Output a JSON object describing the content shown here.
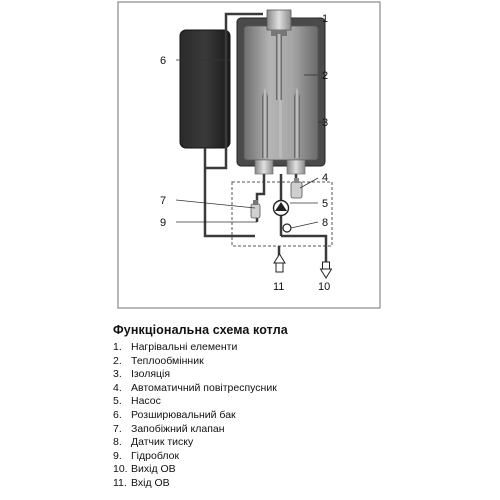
{
  "callouts": [
    "1",
    "2",
    "3",
    "4",
    "5",
    "6",
    "7",
    "8",
    "9",
    "10",
    "11"
  ],
  "legend": {
    "title": "Функціональна схема котла",
    "items": [
      {
        "num": "1.",
        "text": "Нагрівальні  елементи"
      },
      {
        "num": "2.",
        "text": "Теплообмінник"
      },
      {
        "num": "3.",
        "text": "Ізоляція"
      },
      {
        "num": "4.",
        "text": "Автоматичний повітреспусник"
      },
      {
        "num": "5.",
        "text": "Насос"
      },
      {
        "num": "6.",
        "text": "Розширювальний бак"
      },
      {
        "num": "7.",
        "text": "Запобіжний клапан"
      },
      {
        "num": "8.",
        "text": "Датчик тиску"
      },
      {
        "num": "9.",
        "text": "Гідроблок"
      },
      {
        "num": "10.",
        "text": "Вихід ОВ"
      },
      {
        "num": "11.",
        "text": "Вхід ОВ"
      }
    ]
  },
  "colors": {
    "frame": "#8a8a8a",
    "tank_dark": "#1e1e1e",
    "pipe": "#3a3a3a",
    "insulation": "#4a4a4a",
    "exchanger": "#9a9a9a"
  }
}
